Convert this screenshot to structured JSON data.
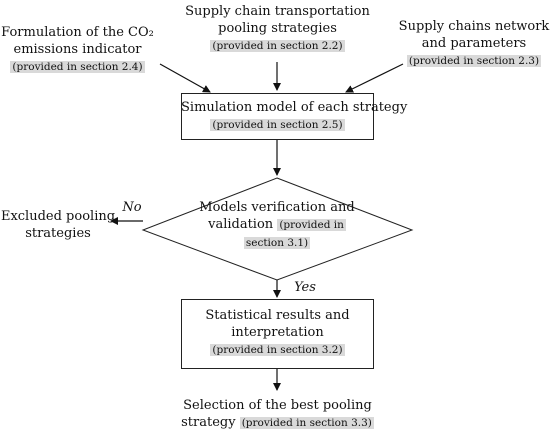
{
  "inputs": {
    "left": {
      "line1": "Formulation of the CO₂",
      "line2": "emissions indicator",
      "ref": "(provided in section 2.4)"
    },
    "center": {
      "line1": "Supply chain transportation",
      "line2": "pooling strategies",
      "ref": "(provided in section 2.2)"
    },
    "right": {
      "line1": "Supply chains network",
      "line2": "and parameters",
      "ref": "(provided in section 2.3)"
    }
  },
  "simulation": {
    "title": "Simulation model of each strategy",
    "ref": "(provided in section 2.5)"
  },
  "decision": {
    "line1": "Models verification and",
    "line2": "validation",
    "ref_a": "(provided in",
    "ref_b": "section 3.1)"
  },
  "no_label": "No",
  "yes_label": "Yes",
  "excluded": {
    "line1": "Excluded pooling",
    "line2": "strategies"
  },
  "results": {
    "line1": "Statistical results and",
    "line2": "interpretation",
    "ref": "(provided in section 3.2)"
  },
  "selection": {
    "line1": "Selection of the best pooling",
    "line2": "strategy",
    "ref": "(provided in section 3.3)"
  }
}
